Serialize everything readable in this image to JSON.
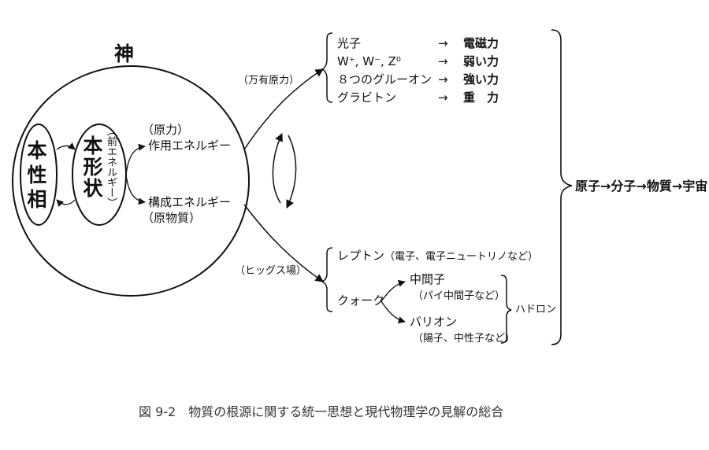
{
  "title": "神",
  "honseisou": "本性相",
  "honkeijou": "本形状",
  "pre_energy": "（前エネルギー）",
  "genryoku": "（原力）",
  "sayou": "作用エネルギー",
  "kousei": "構成エネルギー",
  "genbusshitsu": "（原物質）",
  "banyu": "（万有原力）",
  "higgs": "（ヒッグス場）",
  "forces": [
    {
      "particle": "光子",
      "arrow": "→",
      "force": "電磁力"
    },
    {
      "particle": "W⁺, W⁻, Z⁰",
      "arrow": "→",
      "force": "弱い力"
    },
    {
      "particle": "８つのグルーオン",
      "arrow": "→",
      "force": "強い力"
    },
    {
      "particle": "グラビトン",
      "arrow": "→",
      "force": "重　力"
    }
  ],
  "lepton": "レプトン",
  "lepton_note": "（電子、電子ニュートリノなど）",
  "quark": "クォーク",
  "meson": "中間子",
  "meson_note": "（パイ中間子など）",
  "baryon": "バリオン",
  "baryon_note": "（陽子、中性子など）",
  "hadron": "ハドロン",
  "result": "原子→分子→物質→宇宙",
  "caption": "図 9-2　物質の根源に関する統一思想と現代物理学の見解の総合"
}
